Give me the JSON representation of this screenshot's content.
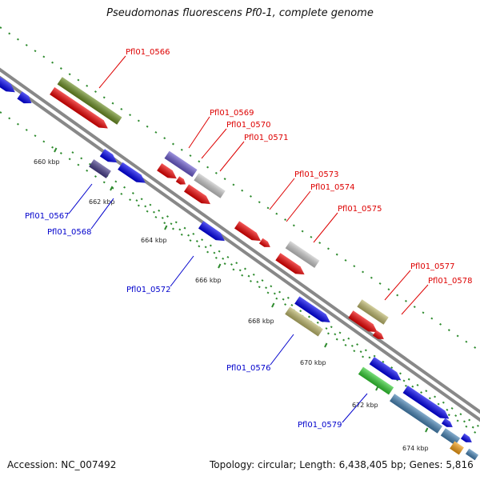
{
  "title": "Pseudomonas fluorescens Pf0-1, complete genome",
  "footer": {
    "accession_label": "Accession:",
    "accession": "NC_007492",
    "topology_label": "Topology:",
    "topology": "circular",
    "length_label": "Length:",
    "length": "6,438,405 bp",
    "genes_label": "Genes:",
    "genes": "5,816"
  },
  "colors": {
    "forward": "#0000ee",
    "reverse": "#ee0000",
    "olive": "#6b8e23",
    "purple": "#6a5acd",
    "dark_purple": "#483d8b",
    "gray": "#c8c8c8",
    "khaki": "#bdb76b",
    "green": "#32cd32",
    "steel": "#4682b4",
    "orange": "#f39c12",
    "dots": "#2e8b2e",
    "backbone": "#888888",
    "label_red": "#dd0000",
    "label_blue": "#0000cc"
  },
  "kbp_ticks": [
    {
      "id": "660",
      "label": "660 kbp"
    },
    {
      "id": "662",
      "label": "662 kbp"
    },
    {
      "id": "664",
      "label": "664 kbp"
    },
    {
      "id": "666",
      "label": "666 kbp"
    },
    {
      "id": "668",
      "label": "668 kbp"
    },
    {
      "id": "670",
      "label": "670 kbp"
    },
    {
      "id": "672",
      "label": "672 kbp"
    },
    {
      "id": "674",
      "label": "674 kbp"
    }
  ],
  "gene_labels": [
    {
      "id": "pfl01_0566",
      "text": "Pfl01_0566",
      "color": "label_red"
    },
    {
      "id": "pfl01_0567",
      "text": "Pfl01_0567",
      "color": "label_blue"
    },
    {
      "id": "pfl01_0568",
      "text": "Pfl01_0568",
      "color": "label_blue"
    },
    {
      "id": "pfl01_0569",
      "text": "Pfl01_0569",
      "color": "label_red"
    },
    {
      "id": "pfl01_0570",
      "text": "Pfl01_0570",
      "color": "label_red"
    },
    {
      "id": "pfl01_0571",
      "text": "Pfl01_0571",
      "color": "label_red"
    },
    {
      "id": "pfl01_0572",
      "text": "Pfl01_0572",
      "color": "label_blue"
    },
    {
      "id": "pfl01_0573",
      "text": "Pfl01_0573",
      "color": "label_red"
    },
    {
      "id": "pfl01_0574",
      "text": "Pfl01_0574",
      "color": "label_red"
    },
    {
      "id": "pfl01_0575",
      "text": "Pfl01_0575",
      "color": "label_red"
    },
    {
      "id": "pfl01_0576",
      "text": "Pfl01_0576",
      "color": "label_blue"
    },
    {
      "id": "pfl01_0577",
      "text": "Pfl01_0577",
      "color": "label_red"
    },
    {
      "id": "pfl01_0578",
      "text": "Pfl01_0578",
      "color": "label_red"
    },
    {
      "id": "pfl01_0579",
      "text": "Pfl01_0579",
      "color": "label_blue"
    }
  ]
}
